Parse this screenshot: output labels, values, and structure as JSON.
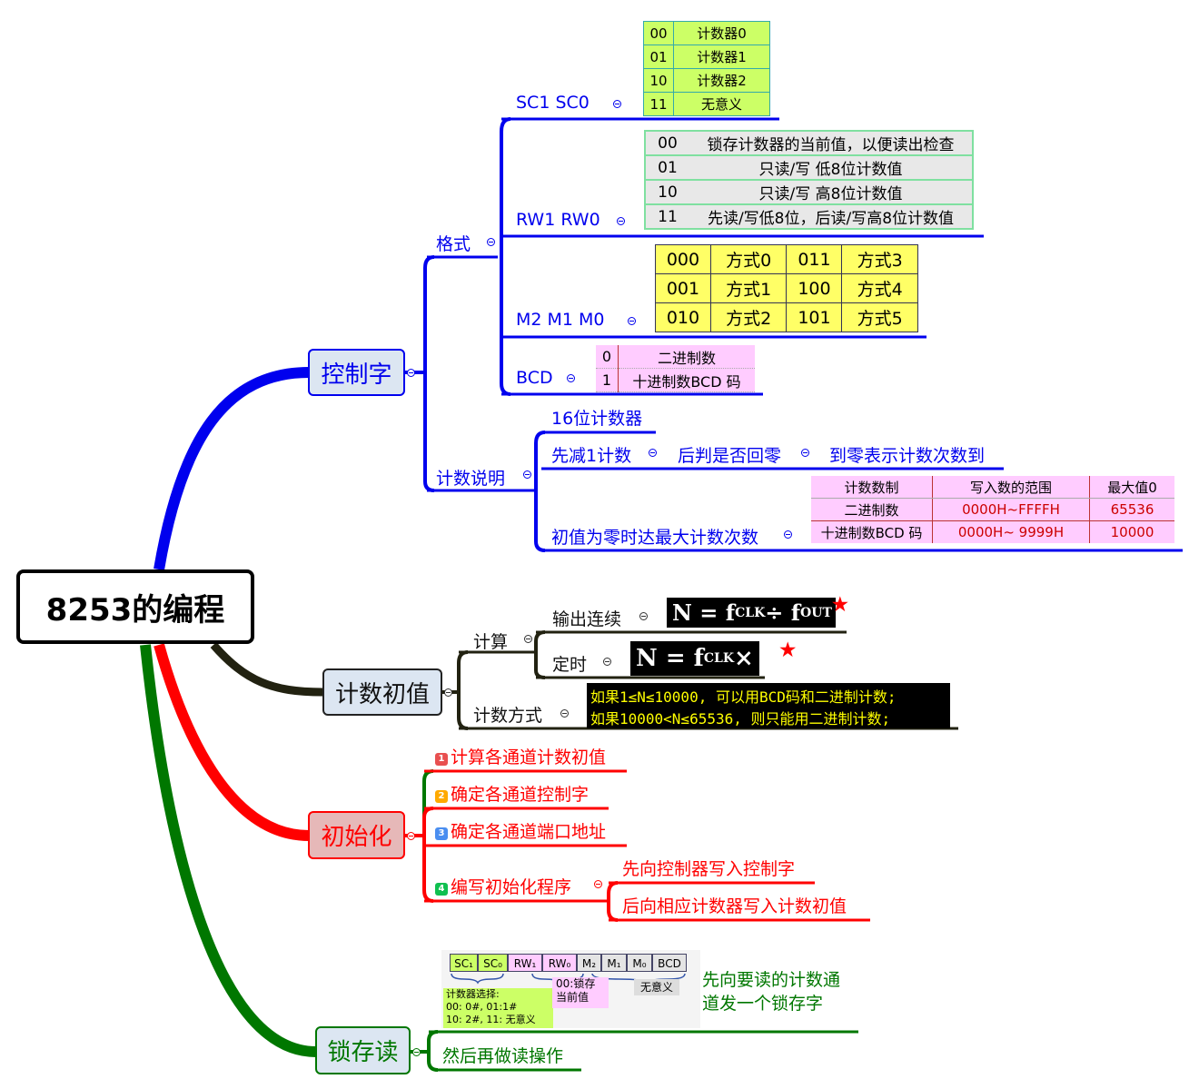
{
  "root": {
    "title": "8253的编程"
  },
  "branches": {
    "control_word": {
      "label": "控制字",
      "color": "#0000ee",
      "format": {
        "label": "格式",
        "sc": {
          "label": "SC1  SC0",
          "rows": [
            [
              "00",
              "计数器0"
            ],
            [
              "01",
              "计数器1"
            ],
            [
              "10",
              "计数器2"
            ],
            [
              "11",
              "无意义"
            ]
          ]
        },
        "rw": {
          "label": "RW1 RW0",
          "rows": [
            [
              "00",
              "锁存计数器的当前值，以便读出检查"
            ],
            [
              "01",
              "只读/写  低8位计数值"
            ],
            [
              "10",
              "只读/写  高8位计数值"
            ],
            [
              "11",
              "先读/写低8位，后读/写高8位计数值"
            ]
          ]
        },
        "mode": {
          "label": "M2 M1 M0",
          "rows": [
            [
              "000",
              "方式0",
              "011",
              "方式3"
            ],
            [
              "001",
              "方式1",
              "100",
              "方式4"
            ],
            [
              "010",
              "方式2",
              "101",
              "方式5"
            ]
          ]
        },
        "bcd": {
          "label": "BCD",
          "rows": [
            [
              "0",
              "二进制数"
            ],
            [
              "1",
              "十进制数BCD 码"
            ]
          ]
        }
      },
      "count_desc": {
        "label": "计数说明",
        "item1": "16位计数器",
        "item2": {
          "a": "先减1计数",
          "b": "后判是否回零",
          "c": "到零表示计数次数到"
        },
        "item3": {
          "label": "初值为零时达最大计数次数",
          "headers": [
            "计数数制",
            "写入数的范围",
            "最大值0"
          ],
          "rows": [
            [
              "二进制数",
              "0000H~FFFFH",
              "65536"
            ],
            [
              "十进制数BCD 码",
              "0000H~ 9999H",
              "10000"
            ]
          ]
        }
      }
    },
    "initial_value": {
      "label": "计数初值",
      "color": "#222222",
      "calc": {
        "label": "计算",
        "continuous": {
          "label": "输出连续",
          "formula_lhs": "N = f",
          "sub1": "CLK",
          "op": " ÷ f",
          "sub2": "OUT",
          "star": "★"
        },
        "timing": {
          "label": "定时",
          "formula_lhs": "N = f",
          "sub1": "CLK",
          "op": " × T",
          "star": "★"
        }
      },
      "count_mode": {
        "label": "计数方式",
        "line1": "如果1≤N≤10000, 可以用BCD码和二进制计数;",
        "line2": "如果10000<N≤65536, 则只能用二进制计数;"
      }
    },
    "init": {
      "label": "初始化",
      "color": "#ff0000",
      "steps": [
        {
          "num": "1",
          "color": "#e85050",
          "text": "计算各通道计数初值"
        },
        {
          "num": "2",
          "color": "#ffaa00",
          "text": "确定各通道控制字"
        },
        {
          "num": "3",
          "color": "#4a8ef0",
          "text": "确定各通道端口地址"
        },
        {
          "num": "4",
          "color": "#10c050",
          "text": "编写初始化程序"
        }
      ],
      "substeps": [
        "先向控制器写入控制字",
        "后向相应计数器写入计数初值"
      ]
    },
    "latch_read": {
      "label": "锁存读",
      "color": "#007700",
      "bits": [
        "SC₁",
        "SC₀",
        "RW₁",
        "RW₀",
        "M₂",
        "M₁",
        "M₀",
        "BCD"
      ],
      "note_sc": [
        "计数器选择:",
        "00: 0#, 01:1#",
        "10: 2#, 11: 无意义"
      ],
      "note_rw": [
        "00:锁存",
        "当前值"
      ],
      "note_m": "无意义",
      "step1": [
        "先向要读的计数通",
        "道发一个锁存字"
      ],
      "step2": "然后再做读操作"
    }
  }
}
